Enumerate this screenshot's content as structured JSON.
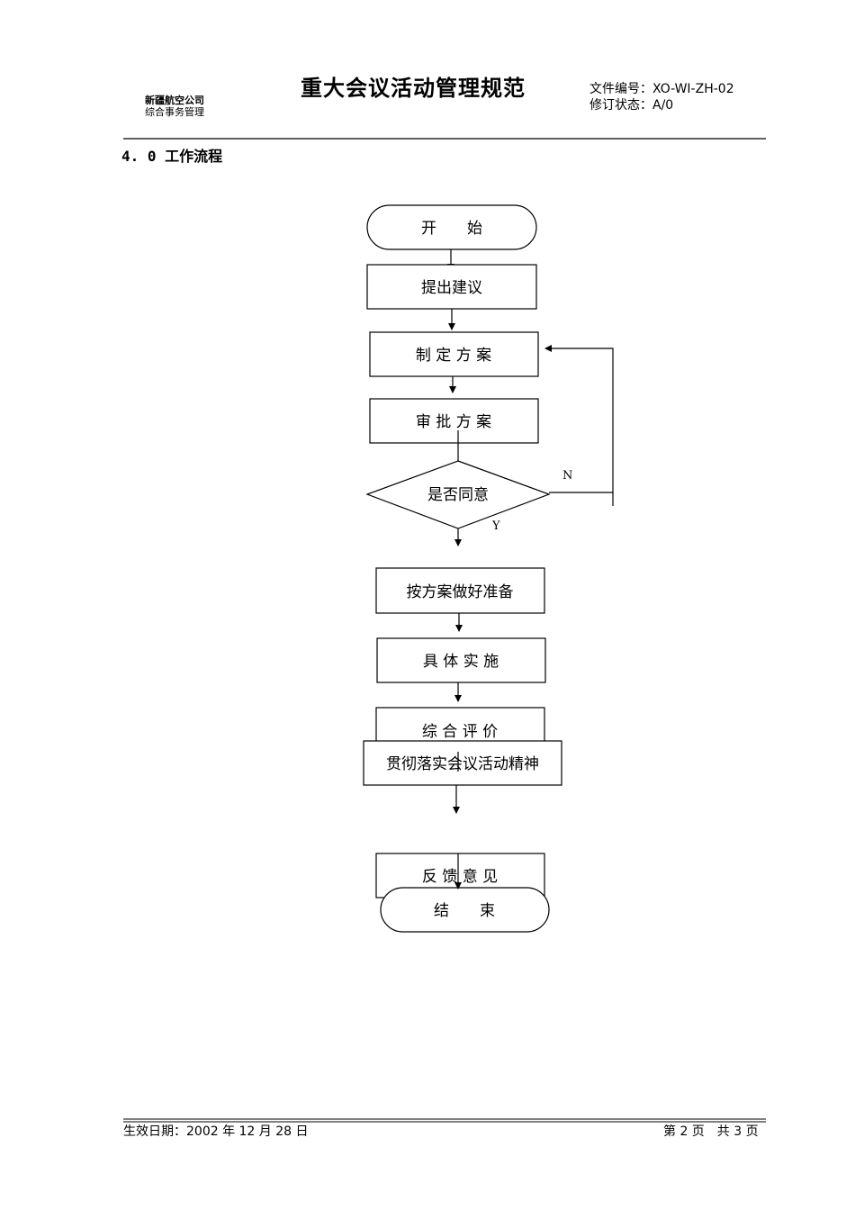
{
  "header": {
    "company": "新疆航空公司",
    "department": "综合事务管理",
    "title": "重大会议活动管理规范",
    "doc_number": "文件编号：XO-WI-ZH-02",
    "revision": "修订状态：A/0"
  },
  "section_title": "4. 0 工作流程",
  "flowchart": {
    "start": "开　　始",
    "propose": "提出建议",
    "draft_plan": "制 定 方 案",
    "review_plan": "审 批 方 案",
    "decision": "是否同意",
    "no_label": "N",
    "yes_label": "Y",
    "prepare": "按方案做好准备",
    "implement": "具 体 实 施",
    "evaluate": "综 合 评 价",
    "carry_out": "贯彻落实会议活动精神",
    "feedback": "反 馈 意 见",
    "end": "结　　束"
  },
  "footer": {
    "effective_date": "生效日期：2002 年 12 月 28 日",
    "page": "第 2 页　共 3 页"
  }
}
